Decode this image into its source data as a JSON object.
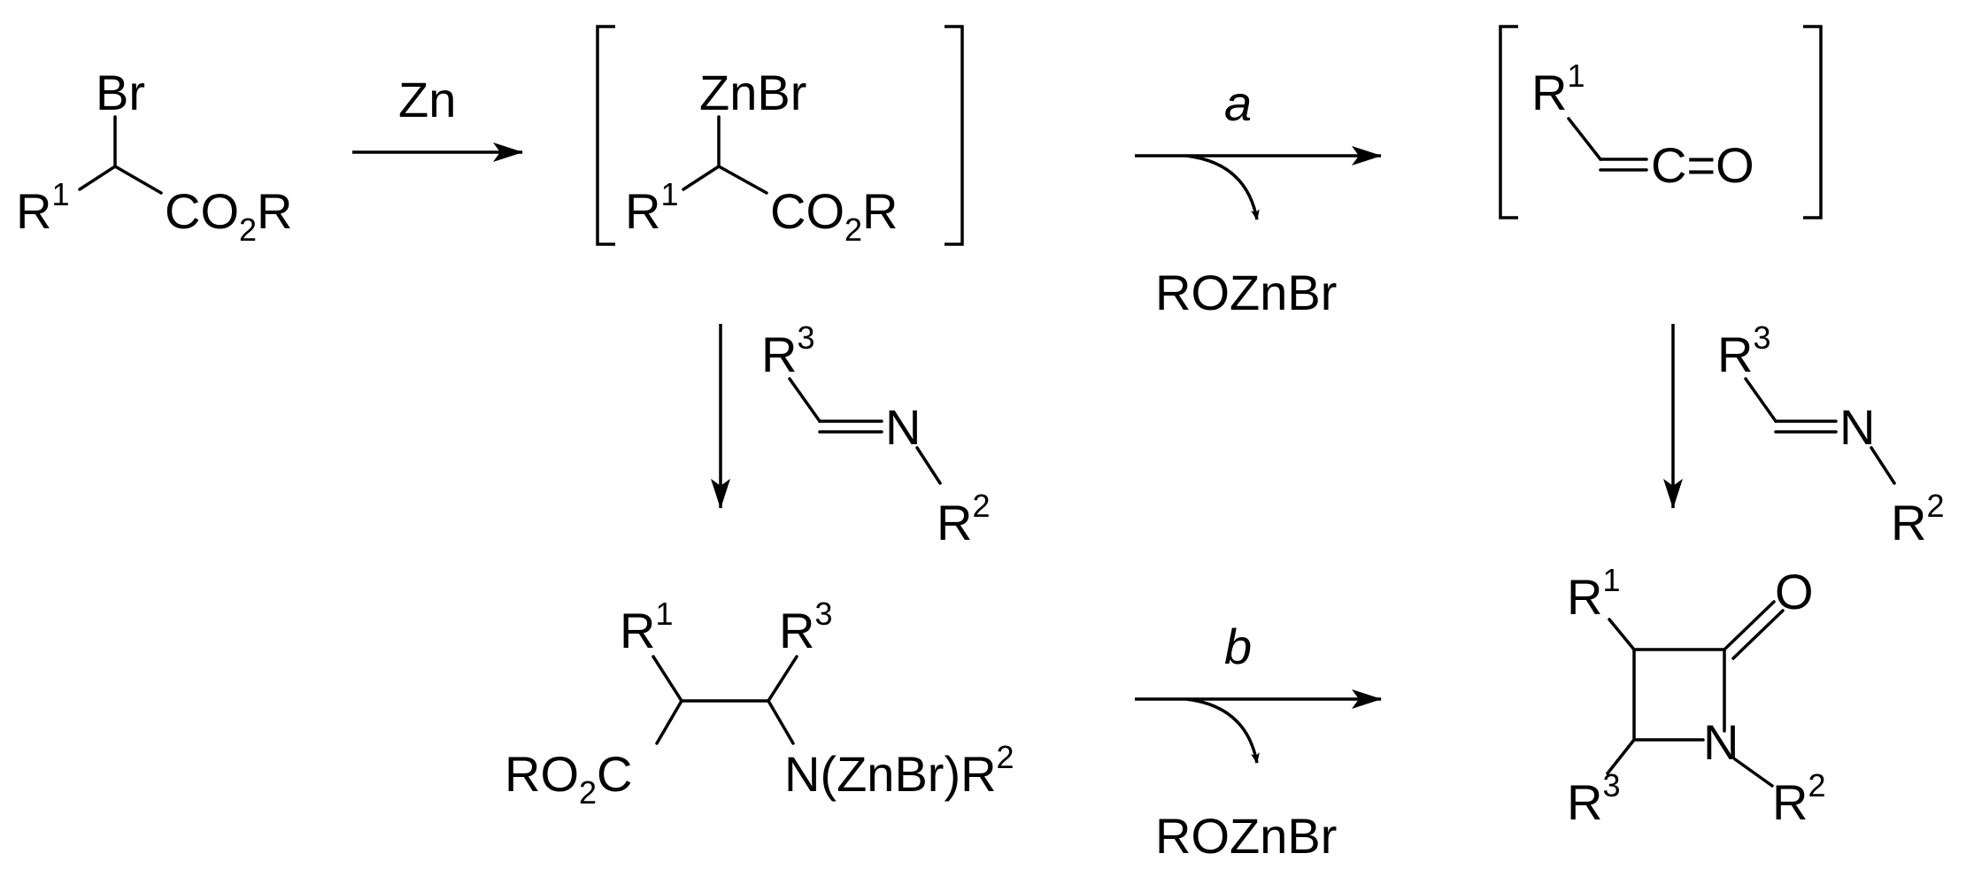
{
  "reagents": {
    "zinc": "Zn",
    "pathway_a": "a",
    "pathway_b": "b",
    "byproduct": "ROZnBr"
  },
  "atoms": {
    "R": "R",
    "C": "C",
    "O": "O",
    "N": "N",
    "Br": "Br",
    "ZnBr": "ZnBr",
    "CO": "CO",
    "RO": "RO",
    "C_eq_O": "C=O",
    "NZnBrR": "N(ZnBr)R"
  },
  "numbers": {
    "one": "1",
    "two": "2",
    "three": "3"
  },
  "colors": {
    "ink": "#000000",
    "background": "#ffffff"
  }
}
